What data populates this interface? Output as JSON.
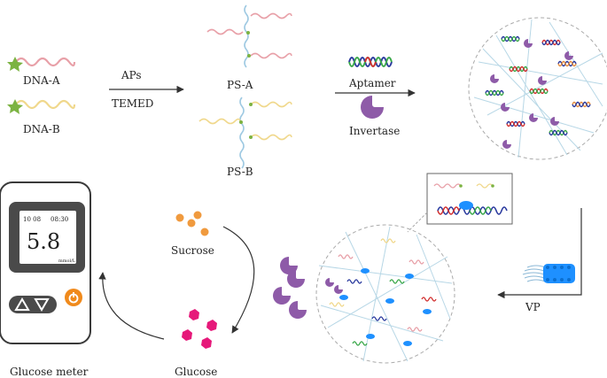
{
  "labels": {
    "dna_a": "DNA-A",
    "dna_b": "DNA-B",
    "aps": "APs",
    "temed": "TEMED",
    "ps_a": "PS-A",
    "ps_b": "PS-B",
    "aptamer": "Aptamer",
    "invertase": "Invertase",
    "vp": "VP",
    "sucrose": "Sucrose",
    "glucose": "Glucose",
    "glucose_meter": "Glucose meter"
  },
  "meter": {
    "time_left": "10 08",
    "time_right": "08:30",
    "reading": "5.8",
    "unit": "mmol/L"
  },
  "colors": {
    "dna_a": "#e8a0a8",
    "dna_b": "#f0d88c",
    "node": "#7cb342",
    "invertase": "#8e5ba8",
    "sucrose": "#f09a3e",
    "glucose": "#e6197a",
    "virus": "#1e90ff",
    "meter_body": "#3a3a3a",
    "power": "#f08a1c"
  }
}
